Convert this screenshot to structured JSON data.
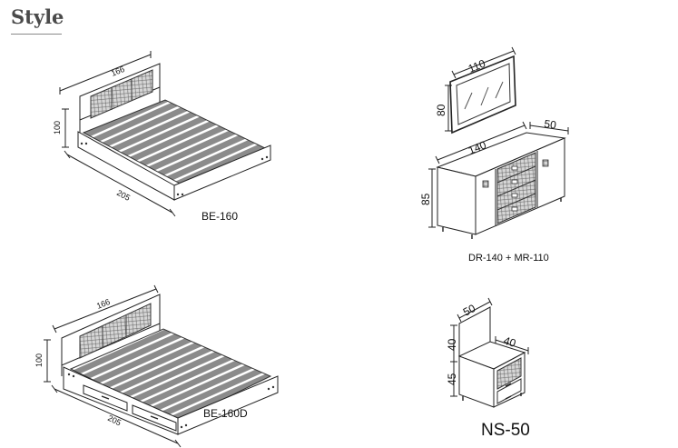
{
  "heading": "Style",
  "products": [
    {
      "code": "BE-160",
      "dims": {
        "width": "166",
        "height": "100",
        "length": "205"
      }
    },
    {
      "code": "DR-140 + MR-110",
      "dims": {
        "mirror_width": "110",
        "mirror_height": "80",
        "dresser_width": "140",
        "dresser_depth": "50",
        "dresser_height": "85"
      }
    },
    {
      "code": "BE-160D",
      "dims": {
        "width": "166",
        "height": "100",
        "length": "205"
      }
    },
    {
      "code": "NS-50",
      "dims": {
        "width": "50",
        "upper_height": "40",
        "depth": "40",
        "lower_height": "45"
      }
    }
  ]
}
